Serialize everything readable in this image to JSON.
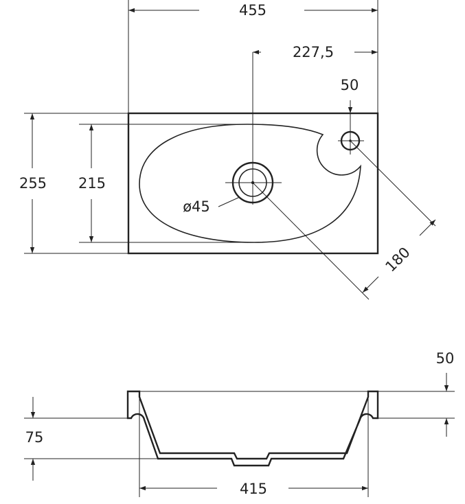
{
  "colors": {
    "line": "#222222",
    "background": "#ffffff"
  },
  "top_view": {
    "overall_width": "455",
    "drain_offset": "227,5",
    "tap_hole_offset": "50",
    "overall_depth": "255",
    "bowl_depth": "215",
    "drain_diameter": "ø45",
    "diagonal": "180"
  },
  "side_view": {
    "rim_height": "50",
    "bowl_height": "75",
    "bottom_width": "415"
  }
}
